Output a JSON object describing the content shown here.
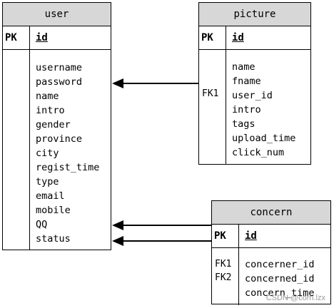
{
  "entities": {
    "user": {
      "title": "user",
      "pk_label": "PK",
      "pk_field": "id",
      "attributes": [
        "username",
        "password",
        "name",
        "intro",
        "gender",
        "province",
        "city",
        "regist_time",
        "type",
        "email",
        "mobile",
        "QQ",
        "status"
      ]
    },
    "picture": {
      "title": "picture",
      "pk_label": "PK",
      "pk_field": "id",
      "fk_labels": [
        "FK1"
      ],
      "attributes": [
        "name",
        "fname",
        "user_id",
        "intro",
        "tags",
        "upload_time",
        "click_num"
      ]
    },
    "concern": {
      "title": "concern",
      "pk_label": "PK",
      "pk_field": "id",
      "fk_labels": [
        "FK1",
        "FK2"
      ],
      "attributes": [
        "concerner_id",
        "concerned_id",
        "concern_time"
      ]
    }
  },
  "relationships": [
    {
      "from": "picture.user_id",
      "to": "user.id"
    },
    {
      "from": "concern.concerner_id",
      "to": "user.id"
    },
    {
      "from": "concern.concerned_id",
      "to": "user.id"
    }
  ],
  "watermark": "CSDN @corn.lzx"
}
